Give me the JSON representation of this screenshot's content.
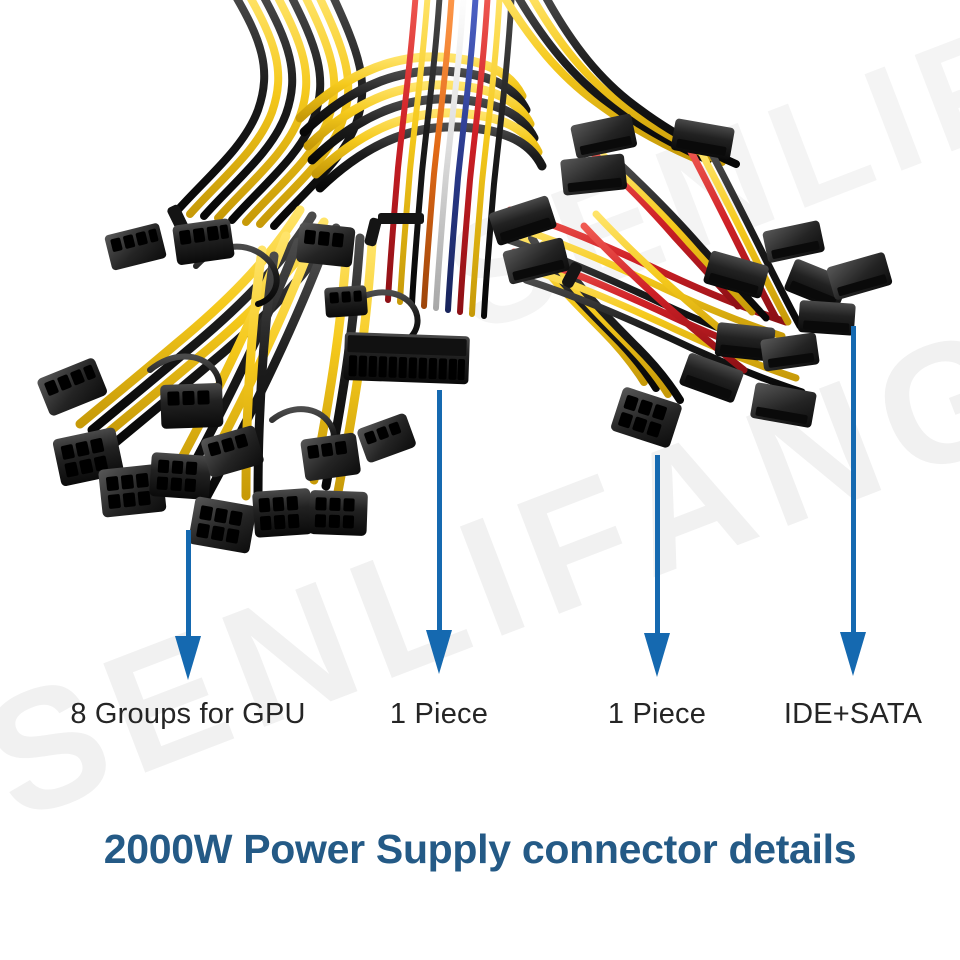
{
  "image": {
    "background_color": "#ffffff",
    "subject": "ATX power supply modular cable harness",
    "watermark_text": "SENLIFANG",
    "watermark_color": "#f1f1f1"
  },
  "accent": {
    "arrow_color": "#1569b0",
    "title_color": "#245a86",
    "label_color": "#252525"
  },
  "callouts": [
    {
      "label": "8 Groups for GPU",
      "arrow_name": "arrow-gpu"
    },
    {
      "label": "1 Piece",
      "arrow_name": "arrow-atx-24pin"
    },
    {
      "label": "1 Piece",
      "arrow_name": "arrow-cpu-8pin"
    },
    {
      "label": "IDE+SATA",
      "arrow_name": "arrow-ide-sata"
    }
  ],
  "title": {
    "wattage": "2000W",
    "text": "2000W  Power Supply connector details"
  },
  "cable_groups": {
    "gpu": {
      "name": "PCIe GPU connectors",
      "wire_colors": [
        "#f2c41a",
        "#1b1b1b"
      ],
      "connector_color": "#262626"
    },
    "atx24": {
      "name": "24-pin ATX motherboard connector",
      "wire_colors": [
        "#f2c41a",
        "#e05a1e",
        "#cf2026",
        "#1b1b1b",
        "#e8e8e8",
        "#2c3c8f"
      ],
      "connector_color": "#1d1d1d"
    },
    "cpu8": {
      "name": "8-pin CPU / EPS connector",
      "wire_colors": [
        "#f2c41a",
        "#1b1b1b"
      ],
      "connector_color": "#262626"
    },
    "idesata": {
      "name": "IDE Molex and SATA power connectors",
      "wire_colors": [
        "#cf2026",
        "#f2c41a",
        "#1b1b1b"
      ],
      "connector_color": "#1d1d1d"
    }
  }
}
